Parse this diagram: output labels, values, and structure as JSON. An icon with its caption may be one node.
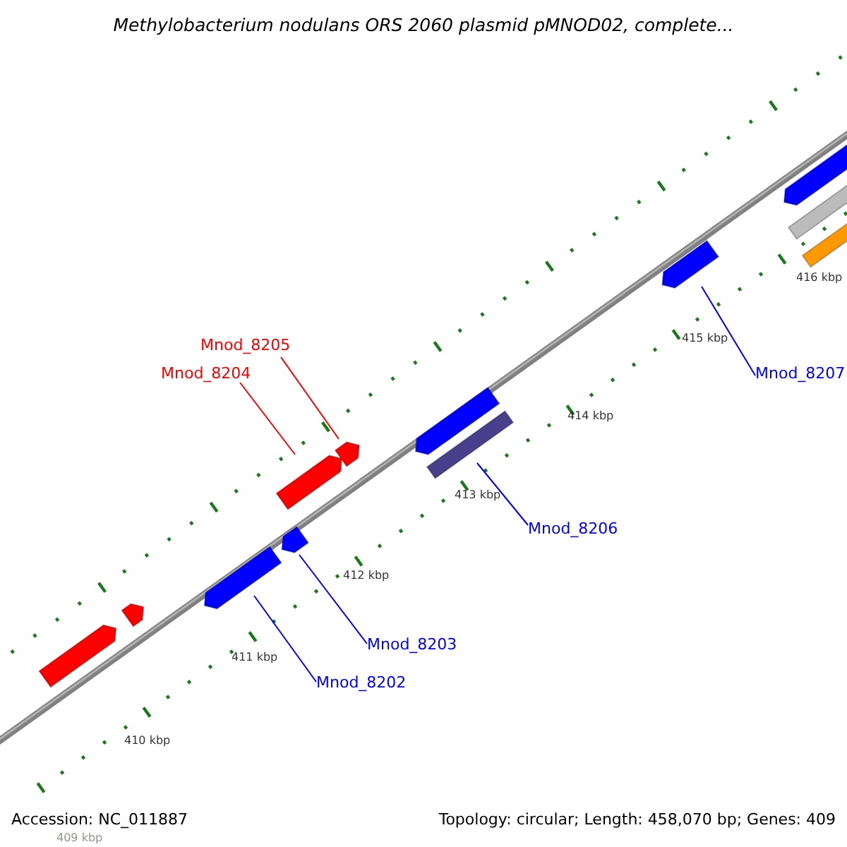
{
  "diagram": {
    "title": "Methylobacterium nodulans ORS 2060 plasmid pMNOD02, complete...",
    "nodes": [
      {
        "text": [
          "Mnod_8205"
        ]
      },
      {
        "text": [
          "Mnod_8204"
        ]
      },
      {
        "text": [
          "Mnod_8207"
        ]
      },
      {
        "text": [
          "Mnod_8206"
        ]
      },
      {
        "text": [
          "Mnod_8203"
        ]
      },
      {
        "text": [
          "Mnod_8202"
        ]
      },
      {
        "text": [],
        "shape": "bar"
      },
      {
        "text": [],
        "shape": "bar"
      },
      {
        "text": [],
        "shape": "bar"
      },
      {
        "text": [],
        "shape": "bar"
      },
      {
        "text": [],
        "shape": "bar"
      },
      {
        "text": [],
        "shape": "bar"
      },
      {
        "text": [],
        "shape": "bar"
      },
      {
        "text": [],
        "shape": "bar"
      },
      {
        "text": [],
        "shape": "bar"
      },
      {
        "text": [],
        "shape": "bar"
      },
      {
        "text": [],
        "shape": "bar"
      },
      {
        "text": [],
        "shape": "bar"
      }
    ],
    "edges": [
      {
        "from": 0,
        "to": 11,
        "arrow": "none",
        "color": "#ff0000"
      },
      {
        "from": 1,
        "to": 10,
        "arrow": "none",
        "color": "#ff0000"
      },
      {
        "from": 2,
        "to": 14,
        "arrow": "none"
      },
      {
        "from": 3,
        "to": 13,
        "arrow": "none"
      },
      {
        "from": 4,
        "to": 9,
        "arrow": "none"
      },
      {
        "from": 5,
        "to": 8,
        "arrow": "none"
      }
    ],
    "labels": [
      "416 kbp",
      "415 kbp",
      "414 kbp",
      "413 kbp",
      "412 kbp",
      "411 kbp",
      "410 kbp",
      "409 kbp",
      "Accession: NC_011887",
      "Topology: circular; Length: 458,070 bp; Genes: 409"
    ]
  }
}
